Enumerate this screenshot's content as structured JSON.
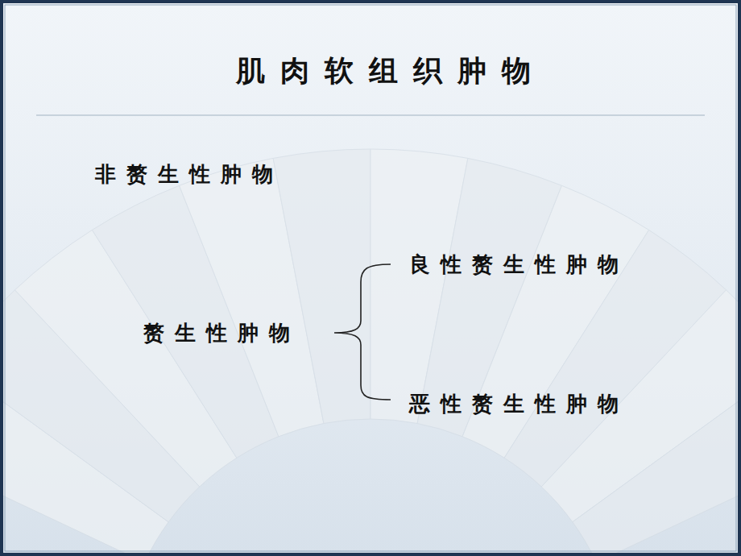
{
  "diagram": {
    "title": "肌肉软组织肿物",
    "labels": [
      "非赘生性肿物",
      "赘生性肿物",
      "良性赘生性肿物",
      "恶性赘生性肿物"
    ]
  }
}
